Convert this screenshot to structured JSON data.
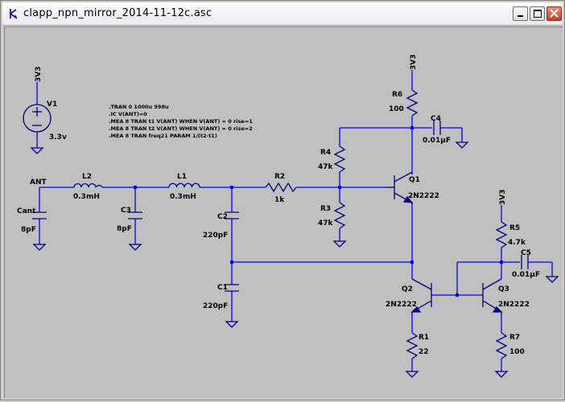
{
  "window": {
    "title": "clapp_npn_mirror_2014-11-12c.asc"
  },
  "icons": {
    "app": "ltspice-icon",
    "minimize": "minimize-icon",
    "maximize": "maximize-icon",
    "close": "close-icon"
  },
  "colors": {
    "wire": "#0000ff",
    "component": "#000080",
    "background": "#c0c0c0",
    "text": "#000000"
  },
  "directives": [
    ".TRAN 0 1000u 998u",
    ".IC V(ANT)=0",
    ".MEA 8 TRAN t1 V(ANT) WHEN V(ANT) = 0 rise=1",
    ".MEA 8 TRAN t2 V(ANT) WHEN V(ANT) = 0 rise=2",
    ".MEA 8 TRAN freq21 PARAM 1/(t2-t1)"
  ],
  "labels": {
    "v1_net": "3V3",
    "v1_name": "V1",
    "v1_value": "3.3v",
    "ant": "ANT",
    "cant_name": "Cant",
    "cant_value": "8pF",
    "l2_name": "L2",
    "l2_value": "0.3mH",
    "c3_name": "C3",
    "c3_value": "8pF",
    "l1_name": "L1",
    "l1_value": "0.3mH",
    "c2_name": "C2",
    "c2_value": "220pF",
    "c1_name": "C1",
    "c1_value": "220pF",
    "r2_name": "R2",
    "r2_value": "1k",
    "r4_name": "R4",
    "r4_value": "47k",
    "r3_name": "R3",
    "r3_value": "47k",
    "r6_net": "3V3",
    "r6_name": "R6",
    "r6_value": "100",
    "c4_name": "C4",
    "c4_value": "0.01µF",
    "q1_name": "Q1",
    "q1_value": "2N2222",
    "q2_name": "Q2",
    "q2_value": "2N2222",
    "q3_name": "Q3",
    "q3_value": "2N2222",
    "r1_name": "R1",
    "r1_value": "22",
    "r5_net": "3V3",
    "r5_name": "R5",
    "r5_value": "4.7k",
    "c5_name": "C5",
    "c5_value": "0.01µF",
    "r7_name": "R7",
    "r7_value": "100"
  }
}
